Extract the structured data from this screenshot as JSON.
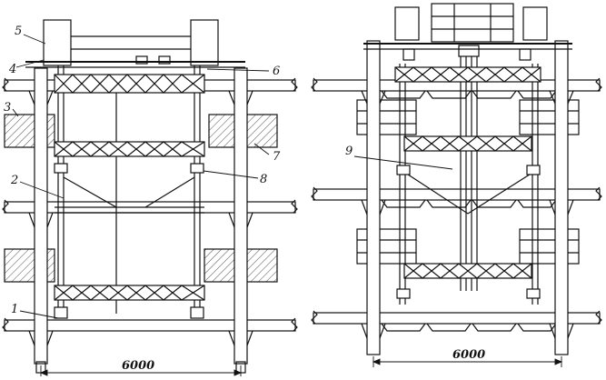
{
  "left_view": {
    "callouts": [
      "1",
      "2",
      "3",
      "4",
      "5",
      "6",
      "7",
      "8"
    ],
    "dimension": "6000"
  },
  "right_view": {
    "callouts": [
      "9"
    ],
    "dimension": "6000"
  }
}
